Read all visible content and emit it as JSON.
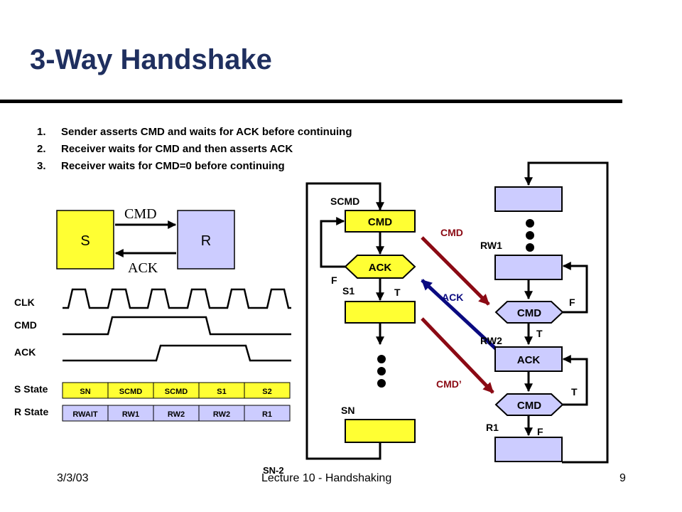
{
  "slide": {
    "title": "3-Way Handshake",
    "bullets": [
      {
        "num": "1.",
        "text": "Sender asserts CMD and waits for ACK before continuing"
      },
      {
        "num": "2.",
        "text": "Receiver waits for CMD and then asserts ACK"
      },
      {
        "num": "3.",
        "text": "Receiver waits for CMD=0 before continuing"
      }
    ]
  },
  "block_diagram": {
    "sender": "S",
    "receiver": "R",
    "cmd_label": "CMD",
    "ack_label": "ACK",
    "sender_color": "#ffff33",
    "receiver_color": "#ccccff"
  },
  "timing": {
    "labels": [
      "CLK",
      "CMD",
      "ACK"
    ],
    "s_state_label": "S State",
    "r_state_label": "R State",
    "s_states": [
      "SN",
      "SCMD",
      "SCMD",
      "S1",
      "S2"
    ],
    "r_states": [
      "RWAIT",
      "RW1",
      "RW2",
      "RW2",
      "R1"
    ]
  },
  "sender_fsm": {
    "scmd_label": "SCMD",
    "cmd_state": "CMD",
    "ack_decision": "ACK",
    "false_label": "F",
    "true_label": "T",
    "s1_label": "S1",
    "sn_label": "SN"
  },
  "receiver_fsm": {
    "rw1_label": "RW1",
    "cmd_decision": "CMD",
    "false_label": "F",
    "true_label": "T",
    "rw2_label": "RW2",
    "ack_state": "ACK",
    "cmd_decision2": "CMD",
    "true_label2": "T",
    "r1_label": "R1",
    "false_label2": "F"
  },
  "signals": {
    "cmd": "CMD",
    "ack": "ACK",
    "cmd_prime": "CMD’",
    "cmd_color": "#8b0a14",
    "ack_color": "#0a0a80"
  },
  "footer": {
    "date": "3/3/03",
    "lecture": "Lecture 10 - Handshaking",
    "page": "9",
    "tag": "SN-2"
  }
}
